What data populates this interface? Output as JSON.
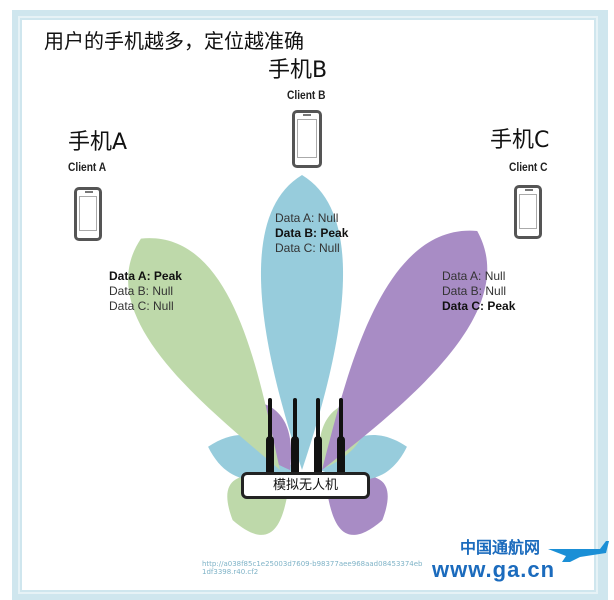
{
  "title": "用户的手机越多，定位越准确",
  "clients": [
    {
      "cn": "手机A",
      "label": "Client A",
      "lines": [
        "Data A: Peak",
        "Data B: Null",
        "Data C: Null"
      ],
      "peak": 0,
      "color": "#b3d39c"
    },
    {
      "cn": "手机B",
      "label": "Client B",
      "lines": [
        "Data A: Null",
        "Data B: Peak",
        "Data C: Null"
      ],
      "peak": 1,
      "color": "#86c4d6"
    },
    {
      "cn": "手机C",
      "label": "Client C",
      "lines": [
        "Data A: Null",
        "Data B: Null",
        "Data C: Peak"
      ],
      "peak": 2,
      "color": "#9a79bb"
    }
  ],
  "router_label": "模拟无人机",
  "watermark": {
    "url": "http://a038f85c1e25003d7609-b98377aee968aad08453374eb1df3398.r40.cf2",
    "brand": "中国通航网",
    "site": "www.ga.cn"
  }
}
